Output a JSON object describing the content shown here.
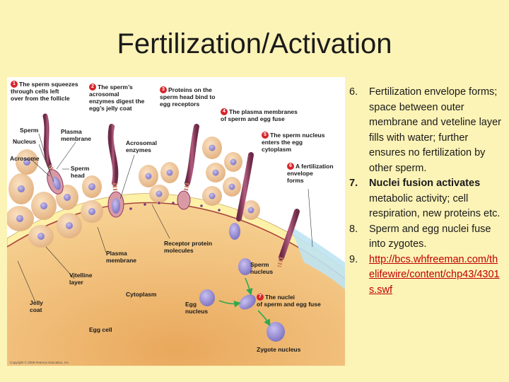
{
  "slide": {
    "title": "Fertilization/Activation"
  },
  "figure": {
    "steps": [
      {
        "num": "1",
        "text": "The sperm squeezes\nthrough cells left\nover from the follicle"
      },
      {
        "num": "2",
        "text": "The sperm’s\nacrosomal\nenzymes digest the\negg’s jelly coat"
      },
      {
        "num": "3",
        "text": "Proteins on the\nsperm head bind to\negg receptors"
      },
      {
        "num": "4",
        "text": "The plasma membranes\nof sperm and egg fuse"
      },
      {
        "num": "5",
        "text": "The sperm nucleus\nenters the egg\ncytoplasm"
      },
      {
        "num": "6",
        "text": "A fertilization\nenvelope\nforms"
      },
      {
        "num": "7",
        "text": "The nuclei\nof sperm and egg fuse"
      }
    ],
    "labels": {
      "sperm": "Sperm",
      "nucleus": "Nucleus",
      "acrosome": "Acrosome",
      "plasma_membrane_sperm": "Plasma\nmembrane",
      "sperm_head": "Sperm\nhead",
      "acrosomal_enzymes": "Acrosomal\nenzymes",
      "receptor_protein": "Receptor protein\nmolecules",
      "plasma_membrane_egg": "Plasma\nmembrane",
      "vitelline_layer": "Vitelline\nlayer",
      "cytoplasm": "Cytoplasm",
      "jelly_coat": "Jelly\ncoat",
      "egg_nucleus": "Egg\nnucleus",
      "sperm_nucleus": "Sperm\nnucleus",
      "egg_cell": "Egg cell",
      "zygote_nucleus": "Zygote nucleus"
    },
    "copyright": "Copyright © 2008 Pearson Education, Inc.",
    "colors": {
      "egg_cytoplasm": "#f2c178",
      "vitelline": "#fdf1a8",
      "jelly_cells": "#f0caa0",
      "nucleus": "#9a8fd8",
      "sperm_tail": "#8e3a5a",
      "arrow": "#2fa84f",
      "step_badge": "#d6252b"
    }
  },
  "notes": [
    {
      "num": "6.",
      "lead": "",
      "text": "Fertilization envelope forms; space between outer membrane and veteline layer fills with water; further ensures no fertilization by other sperm."
    },
    {
      "num": "7.",
      "lead": "Nuclei fusion activates",
      "text": " metabolic activity; cell respiration, new proteins etc."
    },
    {
      "num": "8.",
      "lead": "",
      "text": "Sperm and egg nuclei fuse into zygotes."
    },
    {
      "num": "9.",
      "lead": "",
      "link": "http://bcs.whfreeman.com/thelifewire/content/chp43/4301s.swf"
    }
  ]
}
